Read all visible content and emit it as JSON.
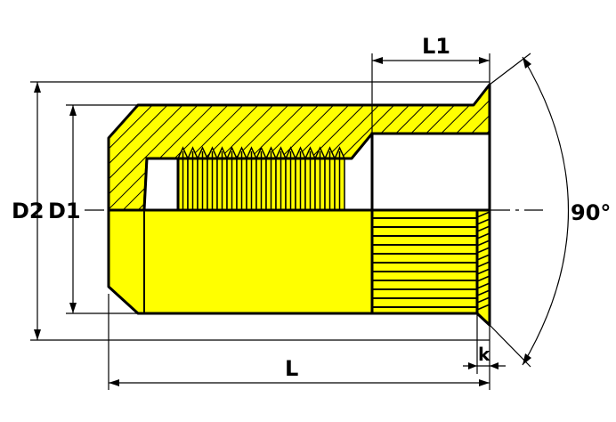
{
  "labels": {
    "d2": "D2",
    "d1": "D1",
    "l1": "L1",
    "l": "L",
    "k": "k",
    "angle": "90°"
  },
  "colors": {
    "fill": "#ffff00",
    "line": "#000000",
    "background": "#ffffff"
  }
}
